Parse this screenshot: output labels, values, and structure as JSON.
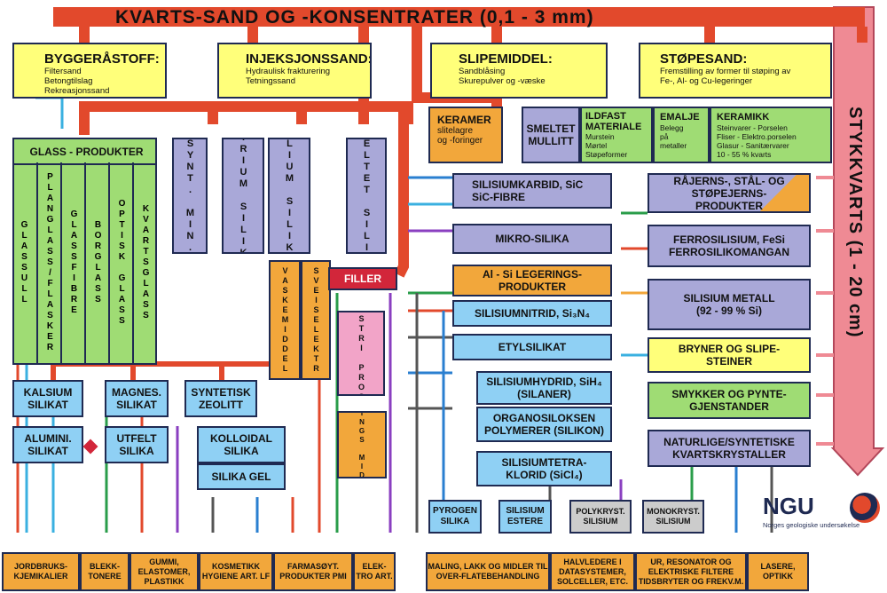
{
  "title": "KVARTS-SAND OG -KONSENTRATER (0,1 - 3 mm)",
  "side_title": "STYKKVARTS (1 - 20 cm)",
  "top_boxes": [
    {
      "title": "BYGGERÅSTOFF:",
      "lines": [
        "Filtersand",
        "Betongtilslag",
        "Rekreasjonssand"
      ]
    },
    {
      "title": "INJEKSJONSSAND:",
      "lines": [
        "Hydraulisk frakturering",
        "Tetningssand"
      ]
    },
    {
      "title": "SLIPEMIDDEL:",
      "lines": [
        "Sandblåsing",
        "Skurepulver og -væske"
      ]
    },
    {
      "title": "STØPESAND:",
      "lines": [
        "Fremstilling av former til støping av",
        "Fe-, Al- og Cu-legeringer"
      ]
    }
  ],
  "glass": {
    "title": "GLASS - PRODUKTER",
    "columns": [
      "GLASSULL",
      "PLANGLASS/FLASKER",
      "GLASSFIBRE",
      "BORGLASS",
      "OPTISK GLASS",
      "KVARTSGLASS"
    ]
  },
  "vertical_boxes": {
    "synt": "SYNT. MIN.",
    "natrium": "NATRIUM SILIKAT",
    "kalium": "KALIUM SILIKAT",
    "smeltet": "SMELTET SILIKA",
    "vaskemiddel": "VASKEMIDDEL",
    "sveiseelektr": "SVEISELEKTR",
    "industri": "INDUSTRI PROSESS",
    "naerings": "NÆRINGS MIDLER"
  },
  "filler": "FILLER",
  "keramer": {
    "title": "KERAMER",
    "lines": [
      "slitelagre",
      "og -foringer"
    ]
  },
  "mullitt": "SMELTET MULLITT",
  "ildfast": {
    "title": "ILDFAST MATERIALE",
    "lines": [
      "Murstein",
      "Mørtel",
      "Støpeformer"
    ]
  },
  "emalje": {
    "title": "EMALJE",
    "lines": [
      "Belegg",
      "på",
      "metaller"
    ]
  },
  "keramikk": {
    "title": "KERAMIKK",
    "lines": [
      "Steinvarer - Porselen",
      "Fliser - Elektro.porselen",
      "Glasur - Sanitærvarer",
      "10 - 55 % kvarts"
    ]
  },
  "center_boxes": {
    "silisiumkarbid": "SILISIUMKARBID, SiC SiC-FIBRE",
    "mikrosilika": "MIKRO-SILIKA",
    "alsi": "Al - Si LEGERINGS-PRODUKTER",
    "nitrid": "SILISIUMNITRID, Si₃N₄",
    "etylsilikat": "ETYLSILIKAT",
    "hydrid": "SILISIUMHYDRID, SiH₄ (SILANER)",
    "organo": "ORGANOSILOKSEN POLYMERER (SILIKON)",
    "tetraklorid": "SILISIUMTETRA-KLORID (SiCl₄)"
  },
  "right_boxes": {
    "raajern": "RÅJERNS-, STÅL- OG STØPEJERNS-PRODUKTER",
    "ferro": "FERROSILISIUM, FeSi FERROSILIKOMANGAN",
    "metall": "SILISIUM METALL",
    "metall_sub": "(92 - 99 % Si)",
    "bryner": "BRYNER OG SLIPE-STEINER",
    "smykker": "SMYKKER OG PYNTE-GJENSTANDER",
    "naturlige": "NATURLIGE/SYNTETISKE KVARTSKRYSTALLER"
  },
  "left_lower_boxes": {
    "kalsium": "KALSIUM SILIKAT",
    "magnes": "MAGNES. SILIKAT",
    "zeolitt": "SYNTETISK ZEOLITT",
    "alumini": "ALUMINI. SILIKAT",
    "utfelt": "UTFELT SILIKA",
    "kolloidal": "KOLLOIDAL SILIKA",
    "gel": "SILIKA GEL"
  },
  "small_boxes": {
    "pyrogen": "PYROGEN SILIKA",
    "estere": "SILISIUM ESTERE",
    "polykryst": "POLYKRYST. SILISIUM",
    "monokryst": "MONOKRYST. SILISIUM"
  },
  "bottom_row": [
    "JORDBRUKS-KJEMIKALIER",
    "BLEKK-TONERE",
    "GUMMI, ELASTOMER, PLASTIKK",
    "KOSMETIKK HYGIENE ART. LF",
    "FARMASØYT. PRODUKTER PMI",
    "ELEK-TRO ART.",
    "MALING, LAKK OG MIDLER TIL OVER-FLATEBEHANDLING",
    "HALVLEDERE I DATASYSTEMER, SOLCELLER, ETC.",
    "UR, RESONATOR OG ELEKTRISKE FILTERE TIDSBRYTER OG FREKV.M.",
    "LASERE, OPTIKK"
  ],
  "logo": {
    "text": "NGU",
    "subtitle": "Norges geologiske undersøkelse"
  },
  "colors": {
    "red_arrow": "#e2492c",
    "pink_arrow": "#ef8a94",
    "yellow": "#ffff7a",
    "green": "#9fdc74",
    "lavender": "#a9a8d8",
    "blue": "#8fd0f4",
    "orange": "#f2a73b",
    "pink": "#f2a4c8"
  }
}
